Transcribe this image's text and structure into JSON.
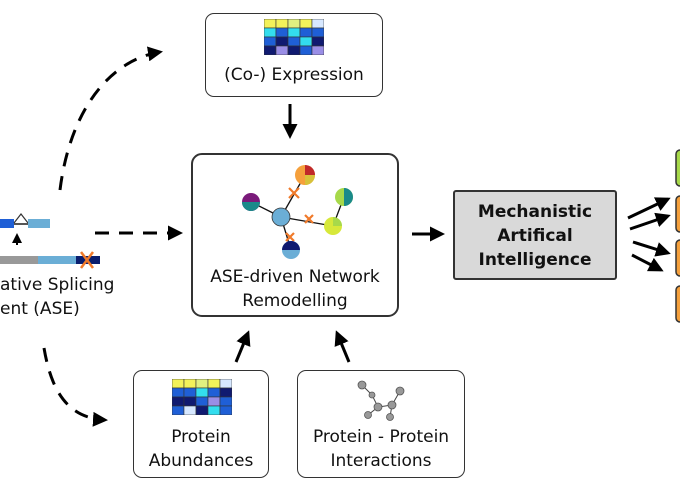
{
  "nodes": {
    "expression": {
      "label": "(Co-) Expression"
    },
    "network": {
      "line1": "ASE-driven Network",
      "line2": "Remodelling"
    },
    "protein_abundances": {
      "line1": "Protein",
      "line2": "Abundances"
    },
    "ppi": {
      "line1": "Protein - Protein",
      "line2": "Interactions"
    },
    "ai": {
      "line1": "Mechanistic",
      "line2": "Artifical",
      "line3": "Intelligence"
    },
    "ase": {
      "line1": "ative Splicing",
      "line2": "ent (ASE)"
    }
  },
  "colors": {
    "border": "#333333",
    "ai_fill": "#d9d9d9",
    "arrow": "#000000",
    "heat_yellow": "#f2f25a",
    "heat_blue": "#1f5fd6",
    "heat_navy": "#101a70",
    "heat_cyan": "#33ddee",
    "heat_purple": "#9a8ee6",
    "splice_light": "#6baed6",
    "splice_dark": "#0a1e6e",
    "cross": "#f07a2a",
    "output_green": "#a7d94a",
    "output_orange": "#f5a03c"
  }
}
